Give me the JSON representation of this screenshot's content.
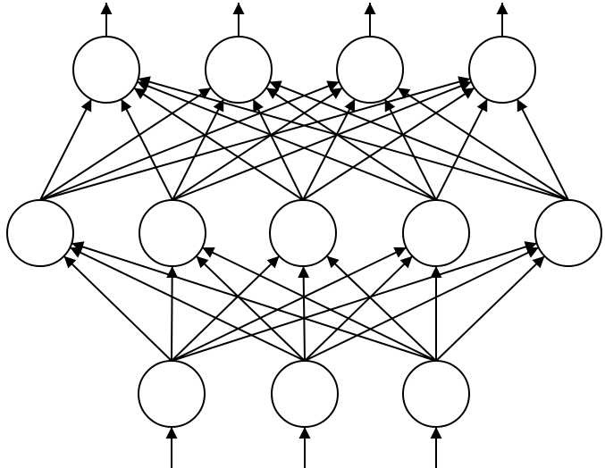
{
  "diagram": {
    "type": "feedforward-neural-network",
    "layers": [
      {
        "name": "input",
        "count": 3
      },
      {
        "name": "hidden",
        "count": 5
      },
      {
        "name": "output",
        "count": 4
      }
    ],
    "connectivity": "fully-connected",
    "input_arrows": true,
    "output_arrows": true,
    "colors": {
      "stroke": "#000000",
      "fill": "#ffffff"
    }
  }
}
